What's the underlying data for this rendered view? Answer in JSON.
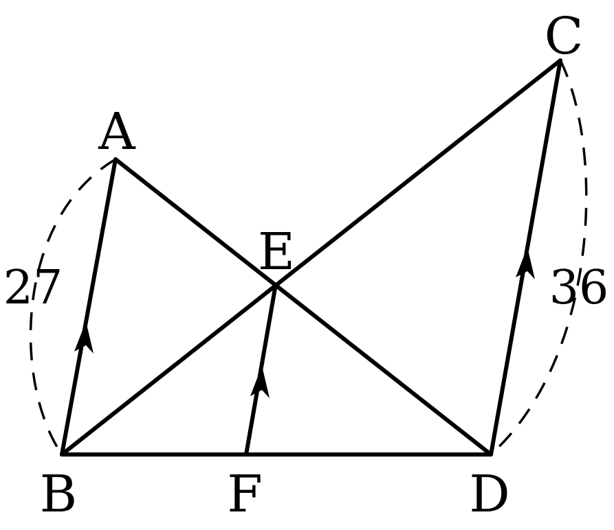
{
  "points": {
    "A": "A",
    "B": "B",
    "C": "C",
    "D": "D",
    "E": "E",
    "F": "F"
  },
  "lengths": {
    "AB": "27",
    "CD": "36"
  },
  "parallel_markers": [
    "AB",
    "EF",
    "CD"
  ]
}
